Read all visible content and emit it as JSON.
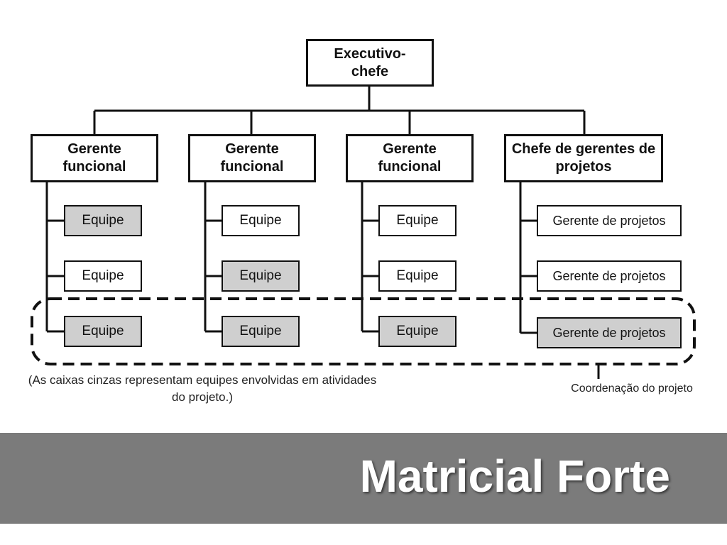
{
  "org_chart": {
    "executive": "Executivo-chefe",
    "managers": [
      {
        "label": "Gerente funcional",
        "children": [
          {
            "label": "Equipe",
            "highlighted": true
          },
          {
            "label": "Equipe",
            "highlighted": false
          },
          {
            "label": "Equipe",
            "highlighted": true
          }
        ]
      },
      {
        "label": "Gerente funcional",
        "children": [
          {
            "label": "Equipe",
            "highlighted": false
          },
          {
            "label": "Equipe",
            "highlighted": true
          },
          {
            "label": "Equipe",
            "highlighted": true
          }
        ]
      },
      {
        "label": "Gerente funcional",
        "children": [
          {
            "label": "Equipe",
            "highlighted": false
          },
          {
            "label": "Equipe",
            "highlighted": false
          },
          {
            "label": "Equipe",
            "highlighted": true
          }
        ]
      },
      {
        "label": "Chefe de gerentes de projetos",
        "children": [
          {
            "label": "Gerente de projetos",
            "highlighted": false
          },
          {
            "label": "Gerente de projetos",
            "highlighted": false
          },
          {
            "label": "Gerente de projetos",
            "highlighted": true
          }
        ]
      }
    ],
    "legend_note": "(As caixas cinzas representam equipes envolvidas em atividades do projeto.)",
    "coordination_label": "Coordenação do projeto",
    "colors": {
      "highlight": "#cfcfcf",
      "line": "#111111"
    }
  },
  "slide": {
    "title": "Matricial Forte",
    "band_color": "#7b7b7b"
  }
}
